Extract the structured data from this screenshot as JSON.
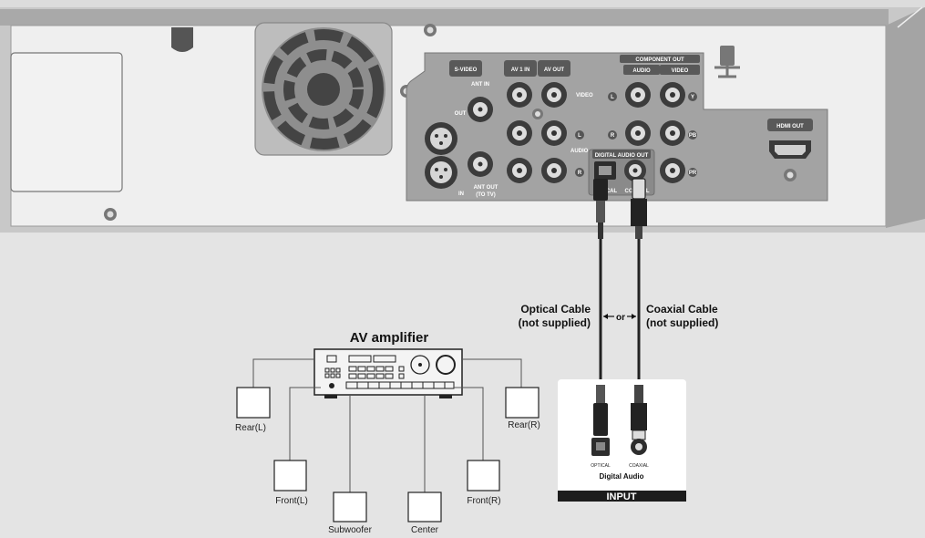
{
  "device": {
    "s_video": "S-VIDEO",
    "out": "OUT",
    "in": "IN",
    "ant_in": "ANT IN",
    "ant_out_line1": "ANT OUT",
    "ant_out_line2": "(TO TV)",
    "av1_in": "AV 1 IN",
    "av_out": "AV OUT",
    "video": "VIDEO",
    "audio": "AUDIO",
    "component_out": "COMPONENT OUT",
    "comp_audio": "AUDIO",
    "comp_video": "VIDEO",
    "digital_audio_out": "DIGITAL AUDIO OUT",
    "optical_short": "OPTICAL",
    "coaxial_short": "COAXIAL",
    "hdmi_out": "HDMI OUT",
    "l": "L",
    "r": "R",
    "y": "Y",
    "pb": "PB",
    "pr": "PR"
  },
  "cables": {
    "optical_line1": "Optical Cable",
    "optical_line2": "(not supplied)",
    "or": "or",
    "coaxial_line1": "Coaxial Cable",
    "coaxial_line2": "(not supplied)"
  },
  "amplifier": {
    "title": "AV amplifier"
  },
  "speakers": {
    "rear_l": "Rear(L)",
    "rear_r": "Rear(R)",
    "front_l": "Front(L)",
    "front_r": "Front(R)",
    "subwoofer": "Subwoofer",
    "center": "Center"
  },
  "input_panel": {
    "optical": "OPTICAL",
    "coaxial": "COAXIAL",
    "digital_audio": "Digital Audio",
    "input": "INPUT"
  }
}
